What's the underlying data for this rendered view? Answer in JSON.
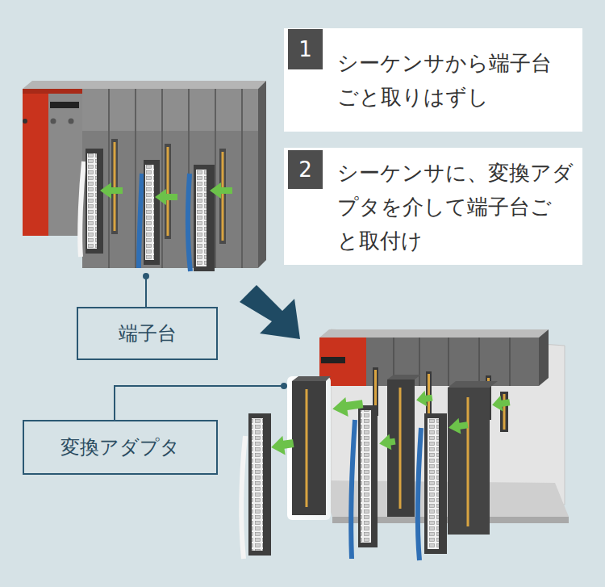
{
  "diagram": {
    "nodes": [
      {
        "text": [
          "シーケンサから端子台 ごと取りはずし"
        ]
      },
      {
        "text": [
          "1"
        ],
        "in": 0
      },
      {
        "text": [
          "シーケンサに、変換アダ プタを介して端子台ご と取付け"
        ]
      },
      {
        "text": [
          "2"
        ],
        "in": 2
      },
      {
        "text": [
          "端子台"
        ]
      },
      {
        "text": [
          "変換アダプタ"
        ]
      }
    ]
  }
}
